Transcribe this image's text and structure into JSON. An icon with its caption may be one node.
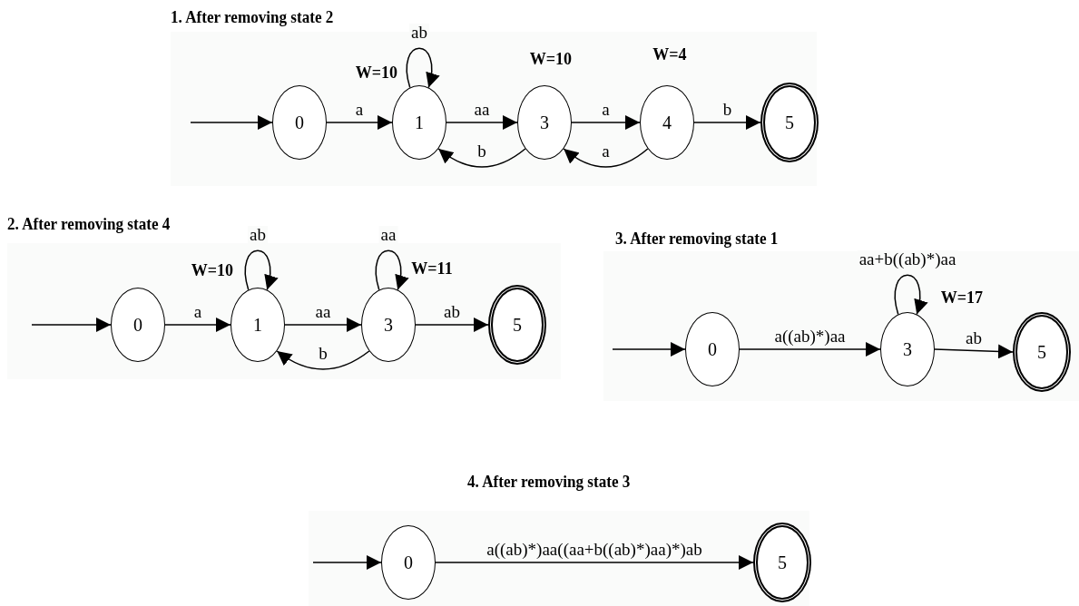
{
  "diagram": {
    "nodes": [
      {
        "text": [
          "1. After removing state 2"
        ]
      },
      {
        "text": [
          "0"
        ],
        "in": 0
      },
      {
        "text": [
          "1"
        ],
        "in": 0,
        "beside": [
          "W=10"
        ]
      },
      {
        "text": [
          "3"
        ],
        "in": 0,
        "beside": [
          "W=10"
        ]
      },
      {
        "text": [
          "4"
        ],
        "in": 0,
        "beside": [
          "W=4"
        ]
      },
      {
        "text": [
          "5"
        ],
        "in": 0
      },
      {
        "text": [
          "2. After removing state 4"
        ]
      },
      {
        "text": [
          "0"
        ],
        "in": 6
      },
      {
        "text": [
          "1"
        ],
        "in": 6,
        "beside": [
          "W=10"
        ]
      },
      {
        "text": [
          "3"
        ],
        "in": 6,
        "beside": [
          "W=11"
        ]
      },
      {
        "text": [
          "5"
        ],
        "in": 6
      },
      {
        "text": [
          "3. After removing state 1"
        ]
      },
      {
        "text": [
          "0"
        ],
        "in": 11
      },
      {
        "text": [
          "3"
        ],
        "in": 11,
        "beside": [
          "W=17"
        ]
      },
      {
        "text": [
          "5"
        ],
        "in": 11
      },
      {
        "text": [
          "4. After removing state 3"
        ]
      },
      {
        "text": [
          "0"
        ],
        "in": 15
      },
      {
        "text": [
          "5"
        ],
        "in": 15
      }
    ],
    "edges": [
      {
        "from": null,
        "to": 1,
        "arrow": "to"
      },
      {
        "from": 1,
        "to": 2,
        "label": "a",
        "arrow": "to"
      },
      {
        "from": 2,
        "to": 2,
        "label": "ab",
        "arrow": "to"
      },
      {
        "from": 2,
        "to": 3,
        "label": "aa",
        "arrow": "to"
      },
      {
        "from": 3,
        "to": 2,
        "label": "b",
        "arrow": "to"
      },
      {
        "from": 3,
        "to": 4,
        "label": "a",
        "arrow": "to"
      },
      {
        "from": 4,
        "to": 3,
        "label": "a",
        "arrow": "to"
      },
      {
        "from": 4,
        "to": 5,
        "label": "b",
        "arrow": "to"
      },
      {
        "from": null,
        "to": 7,
        "arrow": "to"
      },
      {
        "from": 7,
        "to": 8,
        "label": "a",
        "arrow": "to"
      },
      {
        "from": 8,
        "to": 8,
        "label": "ab",
        "arrow": "to"
      },
      {
        "from": 8,
        "to": 9,
        "label": "aa",
        "arrow": "to"
      },
      {
        "from": 9,
        "to": 9,
        "label": "aa",
        "arrow": "to"
      },
      {
        "from": 9,
        "to": 8,
        "label": "b",
        "arrow": "to"
      },
      {
        "from": 9,
        "to": 10,
        "label": "ab",
        "arrow": "to"
      },
      {
        "from": null,
        "to": 12,
        "arrow": "to"
      },
      {
        "from": 12,
        "to": 13,
        "label": "a((ab)*)aa",
        "arrow": "to"
      },
      {
        "from": 13,
        "to": 13,
        "label": "aa+b((ab)*)aa",
        "arrow": "to"
      },
      {
        "from": 13,
        "to": 14,
        "label": "ab",
        "arrow": "to"
      },
      {
        "from": null,
        "to": 16,
        "arrow": "to"
      },
      {
        "from": 16,
        "to": 17,
        "label": "a((ab)*)aa((aa+b((ab)*)aa)*)ab",
        "arrow": "to"
      }
    ]
  }
}
